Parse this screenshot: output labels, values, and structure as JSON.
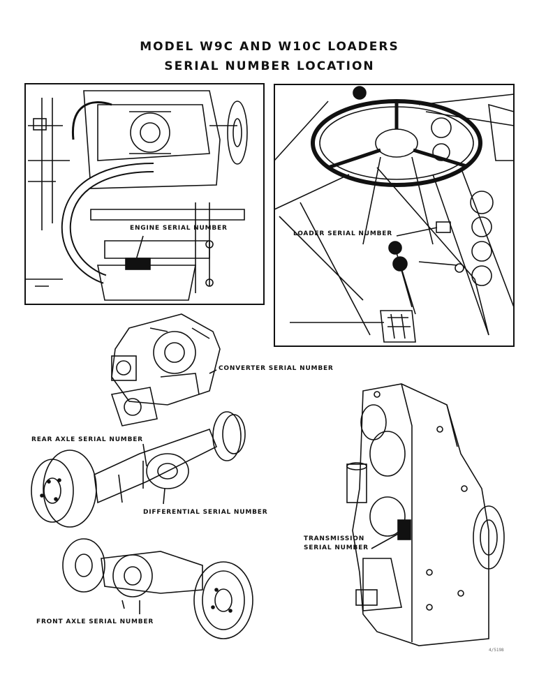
{
  "title": {
    "line1": "MODEL W9C AND W10C LOADERS",
    "line2": "SERIAL NUMBER LOCATION"
  },
  "labels": {
    "engine": "ENGINE SERIAL NUMBER",
    "loader": "LOADER SERIAL NUMBER",
    "converter": "CONVERTER SERIAL NUMBER",
    "rear_axle": "REAR AXLE SERIAL NUMBER",
    "differential": "DIFFERENTIAL SERIAL NUMBER",
    "transmission_line1": "TRANSMISSION",
    "transmission_line2": "SERIAL NUMBER",
    "front_axle": "FRONT AXLE SERIAL NUMBER"
  },
  "footer_code": "4/5198"
}
